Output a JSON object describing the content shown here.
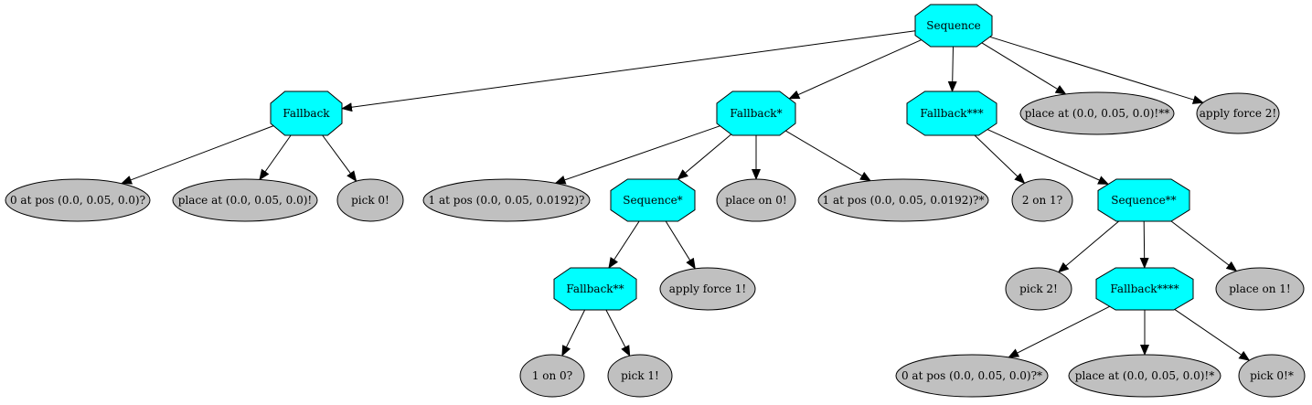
{
  "colors": {
    "control_node_fill": "#00ffff",
    "leaf_node_fill": "#c0c0c0",
    "stroke": "#000000",
    "background": "#ffffff"
  },
  "nodes": [
    {
      "id": "n_seq_root",
      "label": "Sequence",
      "kind": "control"
    },
    {
      "id": "n_fb",
      "label": "Fallback",
      "kind": "control"
    },
    {
      "id": "n_fb1",
      "label": "Fallback*",
      "kind": "control"
    },
    {
      "id": "n_fb3",
      "label": "Fallback***",
      "kind": "control"
    },
    {
      "id": "n_place_root",
      "label": "place at (0.0, 0.05, 0.0)!**",
      "kind": "leaf"
    },
    {
      "id": "n_force2",
      "label": "apply force 2!",
      "kind": "leaf"
    },
    {
      "id": "n_0atpos",
      "label": "0 at pos (0.0, 0.05, 0.0)?",
      "kind": "leaf"
    },
    {
      "id": "n_place1",
      "label": "place at (0.0, 0.05, 0.0)!",
      "kind": "leaf"
    },
    {
      "id": "n_pick0",
      "label": "pick 0!",
      "kind": "leaf"
    },
    {
      "id": "n_1atpos",
      "label": "1 at pos (0.0, 0.05, 0.0192)?",
      "kind": "leaf"
    },
    {
      "id": "n_seq1",
      "label": "Sequence*",
      "kind": "control"
    },
    {
      "id": "n_placeon0",
      "label": "place on 0!",
      "kind": "leaf"
    },
    {
      "id": "n_1atpos_star",
      "label": "1 at pos (0.0, 0.05, 0.0192)?*",
      "kind": "leaf"
    },
    {
      "id": "n_2on1",
      "label": "2 on 1?",
      "kind": "leaf"
    },
    {
      "id": "n_seq2",
      "label": "Sequence**",
      "kind": "control"
    },
    {
      "id": "n_fb2",
      "label": "Fallback**",
      "kind": "control"
    },
    {
      "id": "n_force1",
      "label": "apply force 1!",
      "kind": "leaf"
    },
    {
      "id": "n_pick2",
      "label": "pick 2!",
      "kind": "leaf"
    },
    {
      "id": "n_fb4",
      "label": "Fallback****",
      "kind": "control"
    },
    {
      "id": "n_placeon1",
      "label": "place on 1!",
      "kind": "leaf"
    },
    {
      "id": "n_1on0",
      "label": "1 on 0?",
      "kind": "leaf"
    },
    {
      "id": "n_pick1",
      "label": "pick 1!",
      "kind": "leaf"
    },
    {
      "id": "n_0atpos_star",
      "label": "0 at pos (0.0, 0.05, 0.0)?*",
      "kind": "leaf"
    },
    {
      "id": "n_place_star",
      "label": "place at (0.0, 0.05, 0.0)!*",
      "kind": "leaf"
    },
    {
      "id": "n_pick0_star",
      "label": "pick 0!*",
      "kind": "leaf"
    }
  ],
  "edges": [
    [
      "n_seq_root",
      "n_fb"
    ],
    [
      "n_seq_root",
      "n_fb1"
    ],
    [
      "n_seq_root",
      "n_fb3"
    ],
    [
      "n_seq_root",
      "n_place_root"
    ],
    [
      "n_seq_root",
      "n_force2"
    ],
    [
      "n_fb",
      "n_0atpos"
    ],
    [
      "n_fb",
      "n_place1"
    ],
    [
      "n_fb",
      "n_pick0"
    ],
    [
      "n_fb1",
      "n_1atpos"
    ],
    [
      "n_fb1",
      "n_seq1"
    ],
    [
      "n_fb1",
      "n_placeon0"
    ],
    [
      "n_fb1",
      "n_1atpos_star"
    ],
    [
      "n_seq1",
      "n_fb2"
    ],
    [
      "n_seq1",
      "n_force1"
    ],
    [
      "n_fb2",
      "n_1on0"
    ],
    [
      "n_fb2",
      "n_pick1"
    ],
    [
      "n_fb3",
      "n_2on1"
    ],
    [
      "n_fb3",
      "n_seq2"
    ],
    [
      "n_seq2",
      "n_pick2"
    ],
    [
      "n_seq2",
      "n_fb4"
    ],
    [
      "n_seq2",
      "n_placeon1"
    ],
    [
      "n_fb4",
      "n_0atpos_star"
    ],
    [
      "n_fb4",
      "n_place_star"
    ],
    [
      "n_fb4",
      "n_pick0_star"
    ]
  ]
}
